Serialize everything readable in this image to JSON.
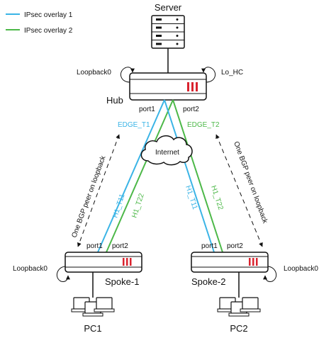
{
  "legend": {
    "items": [
      {
        "label": "IPsec overlay 1",
        "color": "#3ab4e6"
      },
      {
        "label": "IPsec overlay 2",
        "color": "#4cb848"
      }
    ]
  },
  "colors": {
    "overlay1": "#3ab4e6",
    "overlay2": "#4cb848",
    "fortinet_red": "#d9232e",
    "line": "#111111"
  },
  "server": {
    "label": "Server",
    "icon": "server-rack-icon"
  },
  "hub": {
    "label": "Hub",
    "loopback_left": "Loopback0",
    "loopback_right": "Lo_HC",
    "port1": "port1",
    "port2": "port2",
    "icon": "firewall-icon"
  },
  "internet": {
    "label": "Internet",
    "icon": "cloud-icon"
  },
  "tunnels": {
    "edge_t1": "EDGE_T1",
    "edge_t2": "EDGE_T2",
    "h1_t11_left": "H1_T11",
    "h1_t22_left": "H1_T22",
    "h1_t11_right": "H1_T11",
    "h1_t22_right": "H1_T22"
  },
  "bgp": {
    "left": "One BGP peer on loopback",
    "right": "One BGP peer on loopback"
  },
  "spoke1": {
    "label": "Spoke-1",
    "port1": "port1",
    "port2": "port2",
    "loopback": "Loopback0",
    "pc": "PC1"
  },
  "spoke2": {
    "label": "Spoke-2",
    "port1": "port1",
    "port2": "port2",
    "loopback": "Loopback0",
    "pc": "PC2"
  }
}
